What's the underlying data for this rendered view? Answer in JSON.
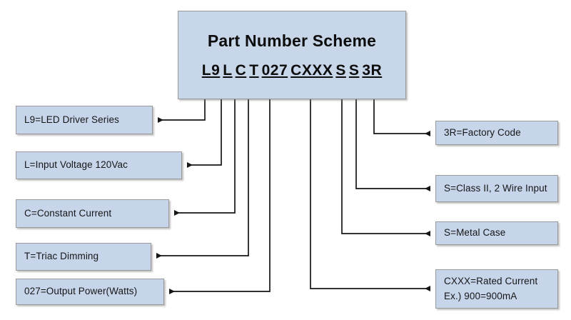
{
  "diagram": {
    "title": "Part Number Scheme",
    "background_color": "#ffffff",
    "box_fill_color": "#c6d5ea",
    "box_border_color": "#9a9a9a",
    "connector_color": "#161616",
    "part_number": {
      "full": "L9 L C T 027 CXXX S S 3R",
      "segments": [
        "L9",
        "L",
        "C",
        "T",
        "027",
        "CXXX",
        "S",
        "S",
        "3R"
      ]
    },
    "left_labels": [
      {
        "id": "series",
        "code": "L9",
        "text": "L9=LED Driver Series"
      },
      {
        "id": "input_volt",
        "code": "L",
        "text": "L=Input Voltage 120Vac"
      },
      {
        "id": "const_cur",
        "code": "C",
        "text": "C=Constant Current"
      },
      {
        "id": "triac",
        "code": "T",
        "text": "T=Triac Dimming"
      },
      {
        "id": "output_pwr",
        "code": "027",
        "text": "027=Output Power(Watts)"
      }
    ],
    "right_labels": [
      {
        "id": "factory",
        "code": "3R",
        "text": "3R=Factory Code"
      },
      {
        "id": "class",
        "code": "S",
        "text": "S=Class II, 2 Wire Input"
      },
      {
        "id": "metal",
        "code": "S",
        "text": "S=Metal Case"
      },
      {
        "id": "rated",
        "code": "CXXX",
        "text": "CXXX=Rated Current\nEx.)  900=900mA"
      }
    ]
  }
}
